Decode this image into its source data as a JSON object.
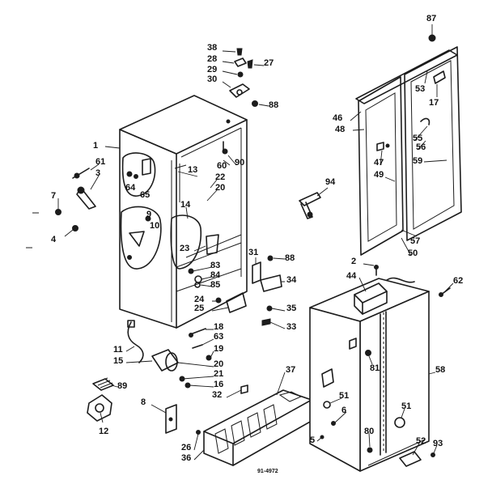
{
  "labels": [
    "87",
    "38",
    "28",
    "29",
    "27",
    "30",
    "88",
    "53",
    "17",
    "46",
    "48",
    "1",
    "61",
    "3",
    "7",
    "4",
    "64",
    "65",
    "13",
    "60",
    "22",
    "20",
    "90",
    "14",
    "9",
    "10",
    "23",
    "83",
    "84",
    "85",
    "31",
    "88",
    "34",
    "24",
    "25",
    "35",
    "33",
    "18",
    "63",
    "19",
    "11",
    "15",
    "20",
    "21",
    "16",
    "32",
    "37",
    "89",
    "8",
    "12",
    "26",
    "36",
    "94",
    "47",
    "49",
    "55",
    "56",
    "59",
    "57",
    "50",
    "2",
    "44",
    "62",
    "81",
    "58",
    "51",
    "6",
    "51",
    "5",
    "80",
    "52",
    "93"
  ],
  "footer_code": "91-4972"
}
